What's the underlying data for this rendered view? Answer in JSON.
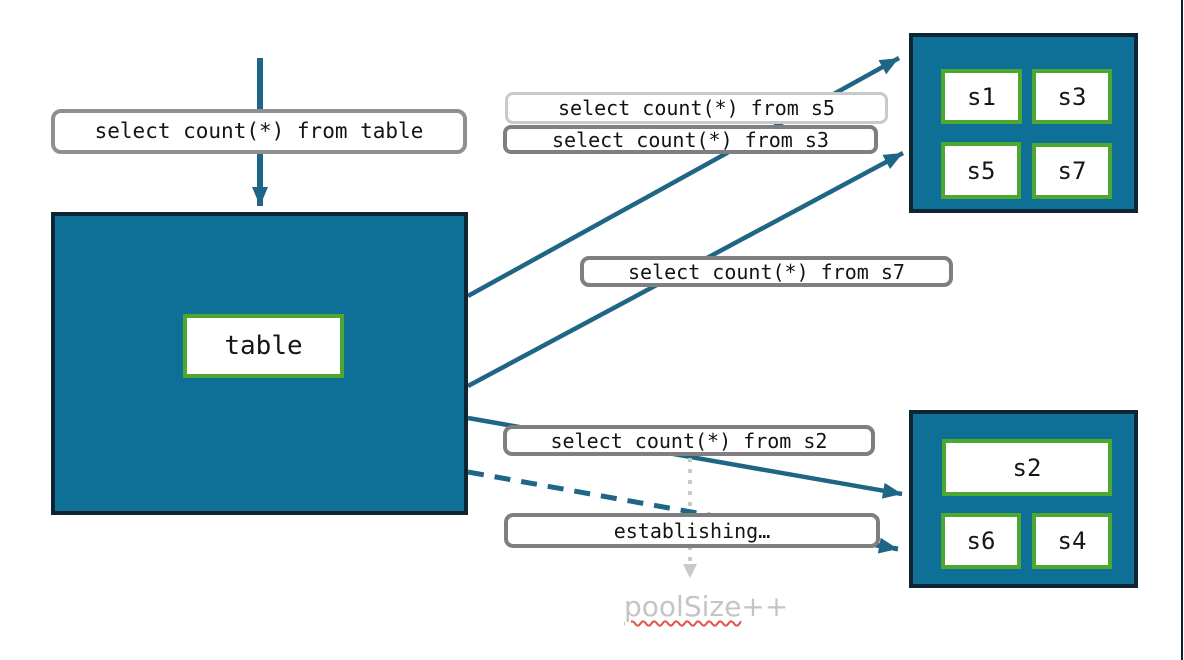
{
  "queries": {
    "from_table": "select count(*) from table",
    "from_s5": "select count(*) from s5",
    "from_s3": "select count(*) from s3",
    "from_s7": "select count(*) from s7",
    "from_s2": "select count(*) from s2",
    "establishing": "establishing…"
  },
  "table_node": {
    "label": "table"
  },
  "shard_pool_top": {
    "shards": [
      "s1",
      "s3",
      "s5",
      "s7"
    ]
  },
  "shard_pool_bottom": {
    "wide_shard": "s2",
    "shards": [
      "s6",
      "s4"
    ]
  },
  "annotation": {
    "pool_size_word": "poolSize",
    "pool_size_suffix": "++"
  },
  "colors": {
    "node_fill": "#0e7097",
    "node_border": "#0d2433",
    "shard_border": "#4ea72e",
    "arrow": "#1f6585",
    "label_border": "#7f7f7f",
    "label_border_light": "#c9c9c9",
    "muted_text": "#c5c5c5",
    "spellcheck_underline": "#e0544a"
  }
}
